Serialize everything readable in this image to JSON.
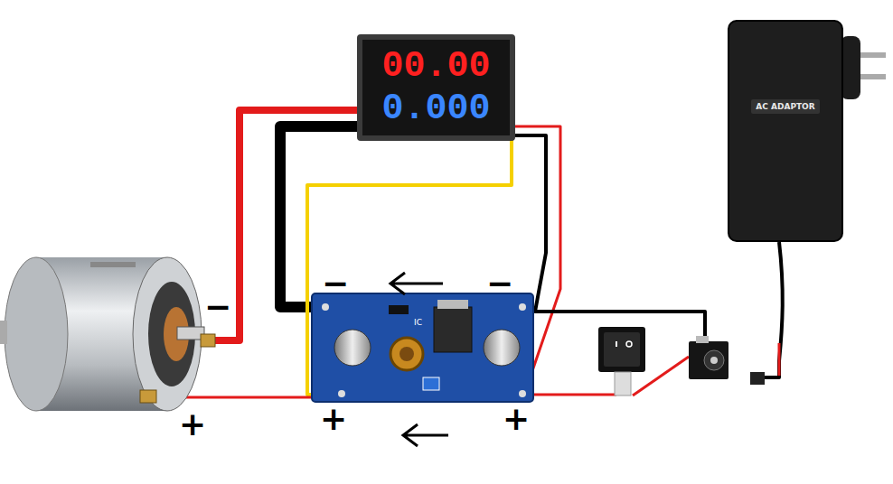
{
  "diagram": {
    "nodes": [
      {
        "text": [
          "00.00",
          "0.000"
        ]
      },
      {
        "text": [
          "AC ADAPTOR"
        ]
      }
    ],
    "labels": [
      "−",
      "−",
      "−",
      "+",
      "+",
      "+",
      "IC"
    ]
  }
}
